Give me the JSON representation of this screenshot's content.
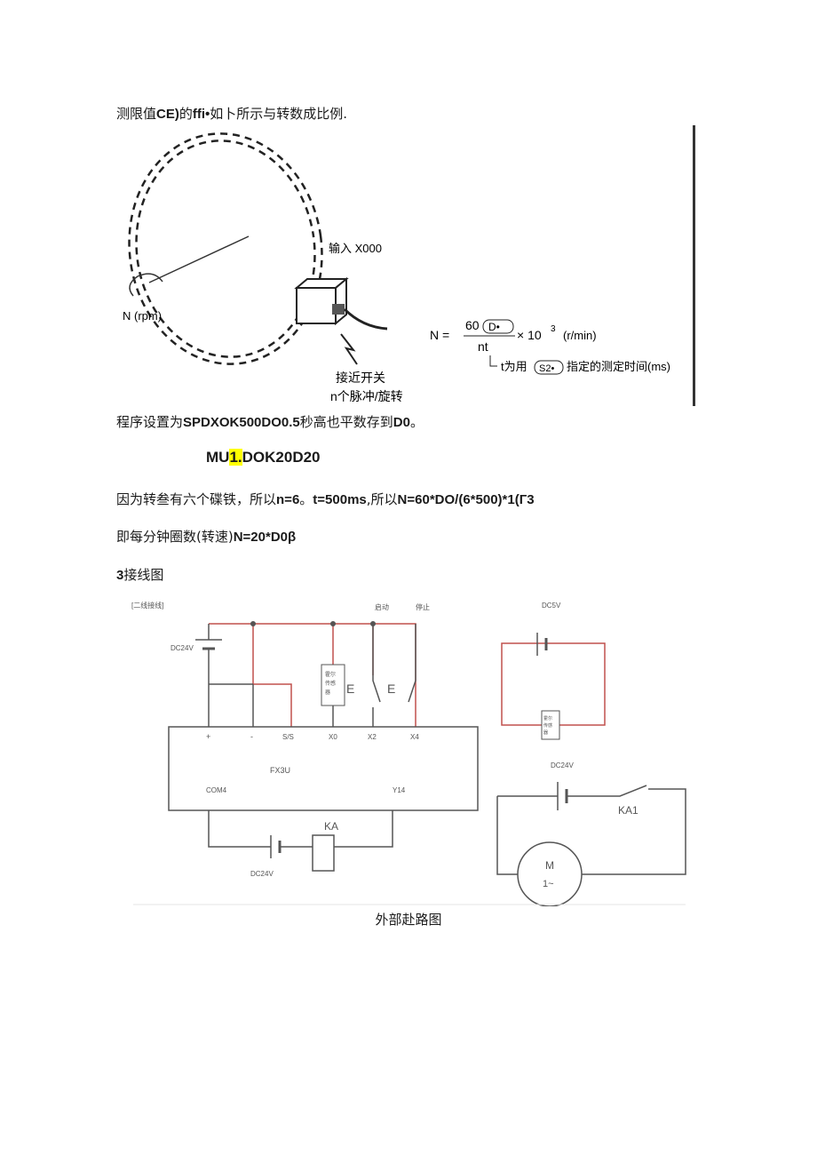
{
  "text": {
    "line1_pre": "测限值",
    "line1_b1": "CE)",
    "line1_mid": "的",
    "line1_b2": "ffi•",
    "line1_post": "如卜所示与转数成比例.",
    "line2_pre": "程序设置为",
    "line2_b": "SPDXOK500DO0.5",
    "line2_mid": "秒高也平数存到",
    "line2_b2": "D0",
    "line2_post": "。",
    "mu_a": "MU",
    "mu_hl": "1.",
    "mu_b": "DOK20D20",
    "line3_pre": "因为转叁有六个碟铁，所以",
    "line3_b1": "n=6",
    "line3_mid": "。",
    "line3_b2": "t=500ms",
    "line3_mid2": ",所以",
    "line3_b3": "N=60*DO/(6*500)*1(Г3",
    "line4_pre": "即每分钟圈数(转速)",
    "line4_b": "N=20*D0β",
    "heading_num": "3",
    "heading": "接线图",
    "caption": "外部赴路图"
  },
  "figure1": {
    "input_label": "输入 X000",
    "rpm_label": "N (rpm)",
    "proximity_label": "接近开关",
    "pulse_label": "n个脉冲/旋转",
    "formula_n": "N =",
    "formula_60": "60",
    "formula_d": "D•",
    "formula_x": "× 10",
    "formula_exp": "3",
    "formula_unit": "(r/min)",
    "formula_den": "nt",
    "formula_note_pre": "t为用",
    "formula_s2": "S2•",
    "formula_note_post": "指定的测定时间(ms)"
  },
  "figure2": {
    "tag": "[二线接线]",
    "start": "启动",
    "stop": "停止",
    "dc24v_top": "DC24V",
    "sensor": "霍尔\n传感\n器",
    "term_plus": "+",
    "term_minus": "-",
    "term_ss": "S/S",
    "term_x0": "X0",
    "term_x2": "X2",
    "term_x4": "X4",
    "plc": "FX3U",
    "com": "COM4",
    "y": "Y14",
    "ka": "KA",
    "dc24v_bottom": "DC24V",
    "dc5v": "DC5V",
    "sensor2": "霍尔\n传感\n器",
    "dc24v_right": "DC24V",
    "ka1": "KA1",
    "motor_m": "M",
    "motor_1": "1~"
  },
  "colors": {
    "wire_red": "#c0504d",
    "wire": "#555555",
    "highlight": "#ffff00"
  }
}
